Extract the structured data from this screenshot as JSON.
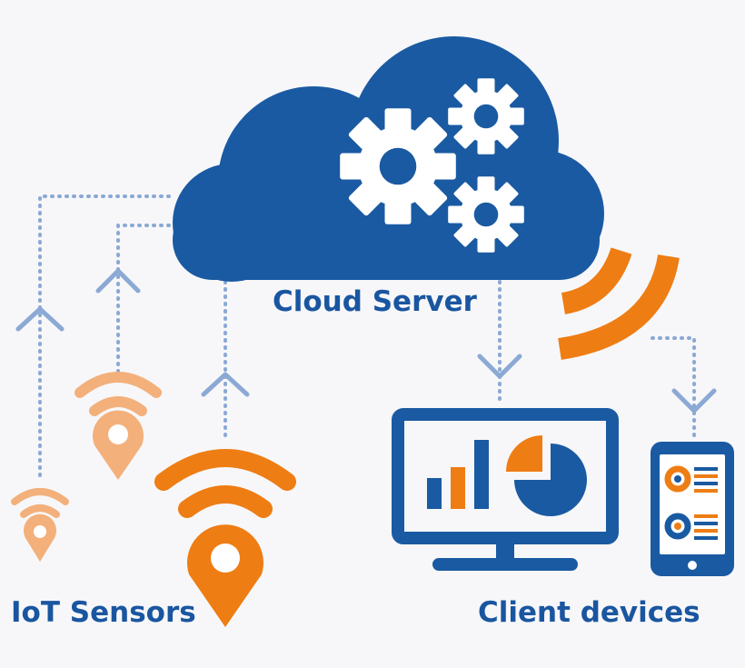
{
  "labels": {
    "cloud_server": "Cloud Server",
    "iot_sensors": "IoT Sensors",
    "client_devices": "Client devices"
  },
  "icons": {
    "cloud": "cloud-icon",
    "gears": "gear-icon",
    "sensor": "location-pin-wifi-icon",
    "broadcast": "wifi-signal-icon",
    "monitor": "desktop-monitor-icon",
    "phone": "smartphone-icon"
  },
  "colors": {
    "primary_blue": "#1a5aa2",
    "orange": "#ee7d14",
    "light_orange": "#f3b07b",
    "connector": "#8ba9d4",
    "white": "#ffffff"
  }
}
